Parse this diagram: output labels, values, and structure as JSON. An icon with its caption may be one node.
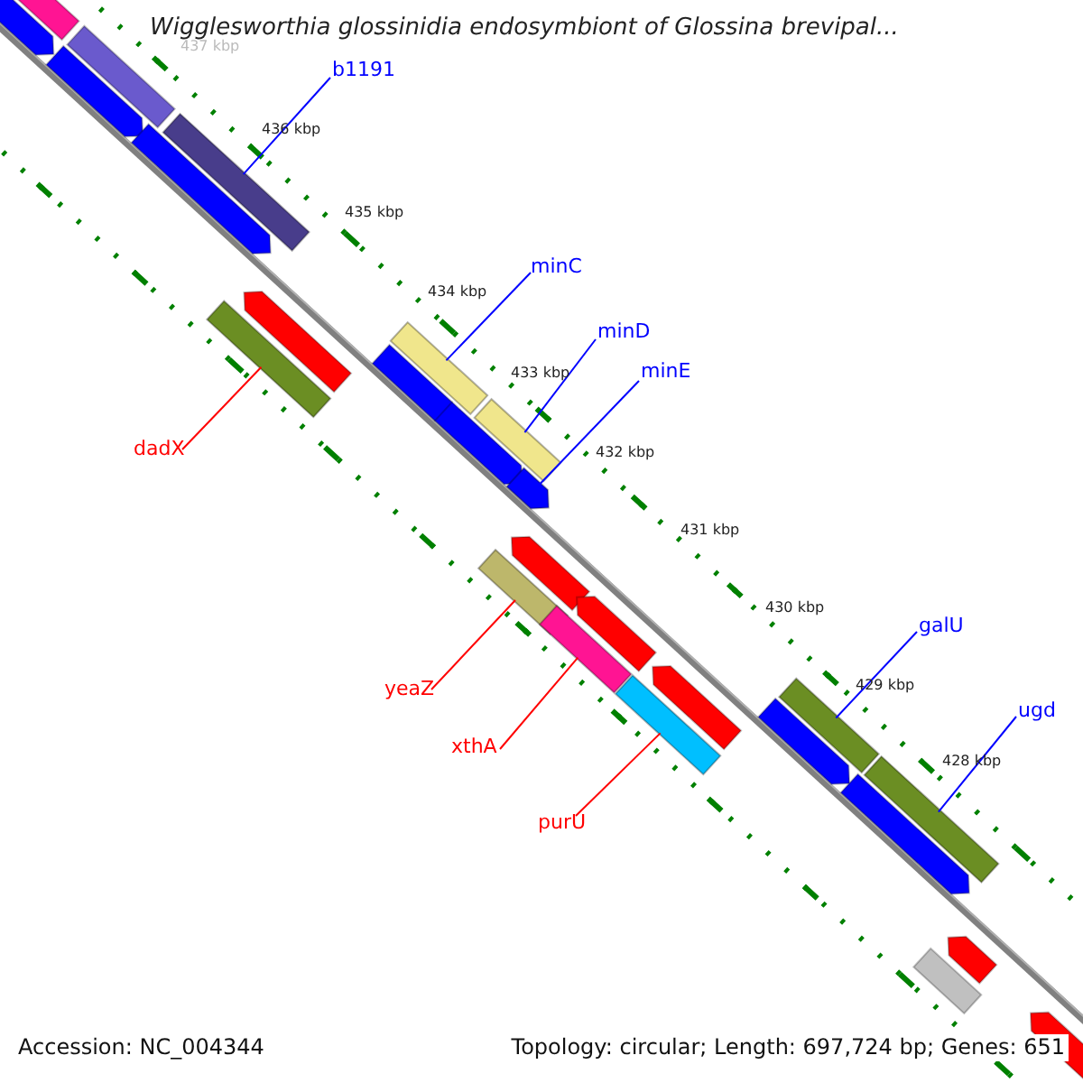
{
  "diagram": {
    "title": "Wigglesworthia glossinidia endosymbiont of Glossina brevipal...",
    "nodes": [
      {
        "text": [
          "b1191"
        ]
      },
      {
        "text": [],
        "shape": "bar"
      },
      {
        "text": [
          "minC"
        ]
      },
      {
        "text": [],
        "shape": "bar"
      },
      {
        "text": [
          "minD"
        ]
      },
      {
        "text": [],
        "shape": "bar"
      },
      {
        "text": [
          "minE"
        ]
      },
      {
        "text": [],
        "shape": "bar"
      },
      {
        "text": [
          "dadX"
        ]
      },
      {
        "text": [],
        "shape": "bar"
      },
      {
        "text": [
          "yeaZ"
        ]
      },
      {
        "text": [],
        "shape": "bar"
      },
      {
        "text": [
          "xthA"
        ]
      },
      {
        "text": [],
        "shape": "bar"
      },
      {
        "text": [
          "purU"
        ]
      },
      {
        "text": [],
        "shape": "bar"
      },
      {
        "text": [
          "galU"
        ]
      },
      {
        "text": [],
        "shape": "bar"
      },
      {
        "text": [
          "ugd"
        ]
      },
      {
        "text": [],
        "shape": "bar"
      }
    ],
    "edges": [
      {
        "from": 0,
        "to": 1,
        "arrow": "none",
        "color": "#0000ff"
      },
      {
        "from": 2,
        "to": 3,
        "arrow": "none",
        "color": "#0000ff"
      },
      {
        "from": 4,
        "to": 5,
        "arrow": "none",
        "color": "#0000ff"
      },
      {
        "from": 6,
        "to": 7,
        "arrow": "none",
        "color": "#0000ff"
      },
      {
        "from": 8,
        "to": 9,
        "arrow": "none",
        "color": "#ff0000"
      },
      {
        "from": 10,
        "to": 11,
        "arrow": "none",
        "color": "#ff0000"
      },
      {
        "from": 12,
        "to": 13,
        "arrow": "none",
        "color": "#ff0000"
      },
      {
        "from": 14,
        "to": 15,
        "arrow": "none",
        "color": "#ff0000"
      },
      {
        "from": 16,
        "to": 17,
        "arrow": "none",
        "color": "#0000ff"
      },
      {
        "from": 18,
        "to": 19,
        "arrow": "none",
        "color": "#0000ff"
      }
    ],
    "labels": [
      "437 kbp",
      "436 kbp",
      "435 kbp",
      "434 kbp",
      "433 kbp",
      "432 kbp",
      "431 kbp",
      "430 kbp",
      "429 kbp",
      "428 kbp",
      "Accession: NC_004344",
      "Topology: circular; Length: 697,724 bp; Genes: 651"
    ]
  }
}
